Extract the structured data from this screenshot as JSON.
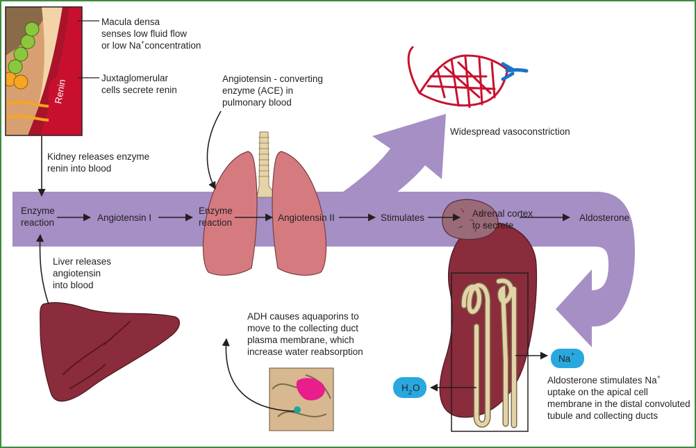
{
  "kidney_box": {
    "renin_label": "Renin",
    "macula_densa": [
      "Macula densa",
      "senses low fluid flow",
      "or low Na",
      "+",
      "concentration"
    ],
    "juxtaglomerular": [
      "Juxtaglomerular",
      "cells secrete renin"
    ]
  },
  "kidney_releases": [
    "Kidney releases enzyme",
    "renin into blood"
  ],
  "ace": [
    "Angiotensin - converting",
    "enzyme (ACE) in",
    "pulmonary blood"
  ],
  "vasoconstriction": "Widespread vasoconstriction",
  "pathway": {
    "enzyme_reaction_1": [
      "Enzyme",
      "reaction"
    ],
    "angiotensin_1": "Angiotensin I",
    "enzyme_reaction_2": [
      "Enzyme",
      "reaction"
    ],
    "angiotensin_2": "Angiotensin II",
    "stimulates": "Stimulates",
    "adrenal_cortex": [
      "Adrenal cortex",
      "to secrete"
    ],
    "aldosterone": "Aldosterone"
  },
  "liver_releases": [
    "Liver releases",
    "angiotensin",
    "into blood"
  ],
  "adh": [
    "ADH causes aquaporins to",
    "move to the collecting duct",
    "plasma membrane, which",
    "increase water reabsorption"
  ],
  "h2o": {
    "h": "H",
    "sub": "2",
    "o": "O"
  },
  "na": {
    "na": "Na",
    "sup": "+"
  },
  "aldosterone_effect": [
    "Aldosterone stimulates Na",
    "+",
    "uptake on the apical cell",
    "membrane in the distal convoluted",
    "tubule and collecting ducts"
  ],
  "colors": {
    "band": "#a58fc4",
    "organ": "#8a2c3c",
    "lung": "#d57b80",
    "vessel_red": "#c8102e",
    "vessel_blue": "#1a73c8",
    "ion": "#29a8e0",
    "frame": "#3c8b3c"
  }
}
